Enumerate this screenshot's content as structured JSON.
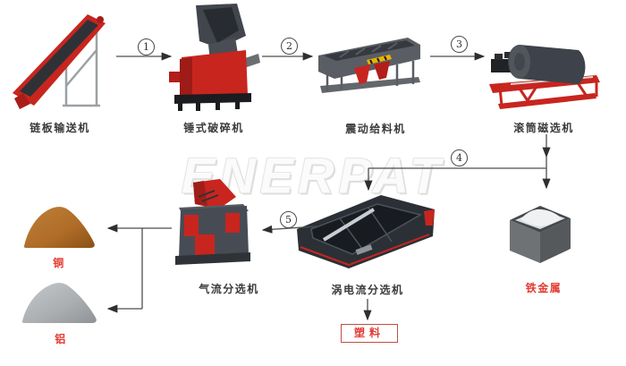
{
  "watermark": "ENERPAT",
  "machines": {
    "conveyor": {
      "label": "链板输送机"
    },
    "crusher": {
      "label": "锤式破碎机"
    },
    "feeder": {
      "label": "震动给料机"
    },
    "magnetic": {
      "label": "滚筒磁选机"
    },
    "air": {
      "label": "气流分选机"
    },
    "eddy": {
      "label": "涡电流分选机"
    }
  },
  "outputs": {
    "iron": {
      "label": "铁金属"
    },
    "copper": {
      "label": "铜"
    },
    "aluminum": {
      "label": "铝"
    },
    "plastic": {
      "label": "塑料"
    }
  },
  "steps": {
    "step1": "1",
    "step2": "2",
    "step3": "3",
    "step4": "4",
    "step5": "5"
  },
  "colors": {
    "machine_red": "#c8251f",
    "machine_dark_gray": "#3d4249",
    "output_label_red": "#e23b31",
    "stage_label_dark": "#3b3b3b",
    "copper_pile": "#b5722e",
    "aluminum_pile": "#a9adb0",
    "arrow_line": "#4e4e4e",
    "watermark_gray": "#e2e2e2",
    "plastic_box_border": "#bf4f46"
  }
}
